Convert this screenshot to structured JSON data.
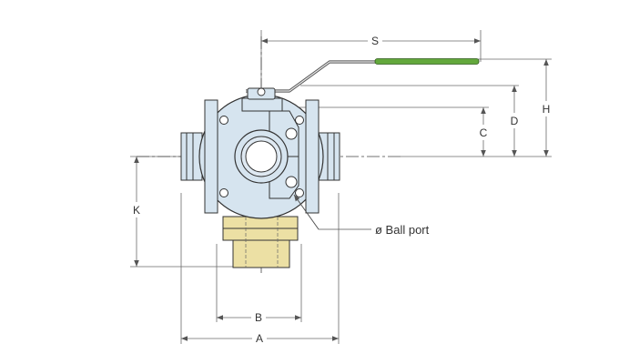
{
  "labels": {
    "S": "S",
    "H": "H",
    "D": "D",
    "C": "C",
    "K": "K",
    "B": "B",
    "A": "A",
    "ball_port": "ø Ball port"
  },
  "colors": {
    "handle_grip": "#63a83c",
    "valve_body": "#d6e4ef",
    "bottom_port": "#ece0a4",
    "outline": "#333333",
    "dimension_line": "#6a6a6a"
  },
  "icons": {
    "arrow": "filled-triangle-arrowhead"
  }
}
